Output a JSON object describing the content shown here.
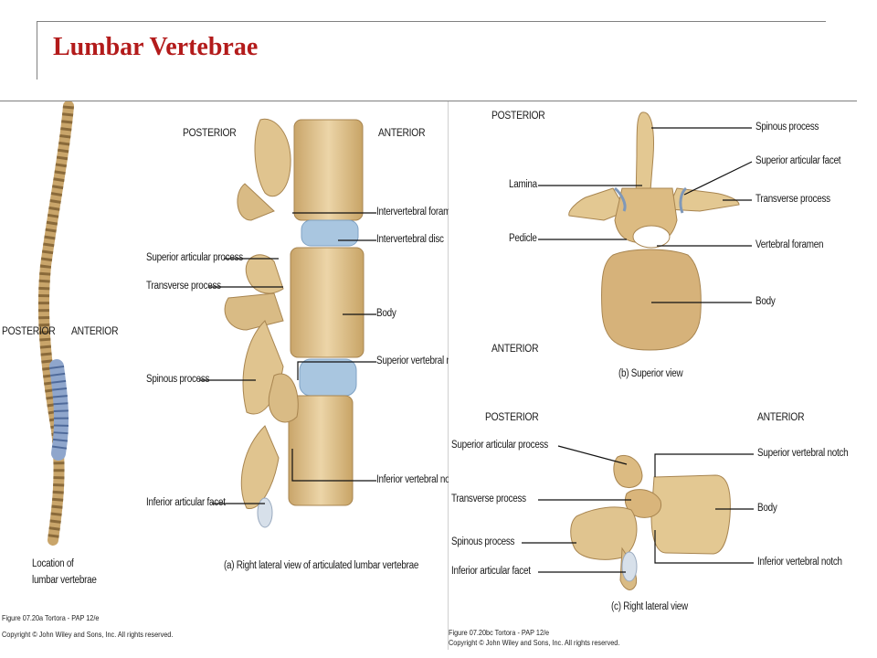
{
  "slide": {
    "title": "Lumbar Vertebrae"
  },
  "panel_a": {
    "posterior": "POSTERIOR",
    "anterior": "ANTERIOR",
    "spine_posterior": "POSTERIOR",
    "spine_anterior": "ANTERIOR",
    "labels": {
      "intervertebral_foramen": "Intervertebral foramen",
      "intervertebral_disc": "Intervertebral disc",
      "superior_articular_process": "Superior articular process",
      "transverse_process": "Transverse process",
      "body": "Body",
      "spinous_process": "Spinous process",
      "superior_vertebral_notch": "Superior vertebral notch",
      "inferior_vertebral_notch": "Inferior vertebral notch",
      "inferior_articular_facet": "Inferior articular facet"
    },
    "location_line1": "Location of",
    "location_line2": "lumbar vertebrae",
    "caption": "(a) Right lateral view of articulated lumbar vertebrae",
    "figure_ref": "Figure 07.20a  Tortora - PAP 12/e",
    "copyright": "Copyright © John Wiley and Sons, Inc. All rights reserved."
  },
  "panel_b": {
    "posterior": "POSTERIOR",
    "anterior": "ANTERIOR",
    "labels": {
      "spinous_process": "Spinous process",
      "superior_articular_facet": "Superior articular facet",
      "lamina": "Lamina",
      "transverse_process": "Transverse process",
      "pedicle": "Pedicle",
      "vertebral_foramen": "Vertebral foramen",
      "body": "Body"
    },
    "caption": "(b) Superior view"
  },
  "panel_c": {
    "posterior": "POSTERIOR",
    "anterior": "ANTERIOR",
    "labels": {
      "superior_articular_process": "Superior articular process",
      "superior_vertebral_notch": "Superior vertebral notch",
      "transverse_process": "Transverse process",
      "body": "Body",
      "spinous_process": "Spinous process",
      "inferior_articular_facet": "Inferior articular facet",
      "inferior_vertebral_notch": "Inferior vertebral notch"
    },
    "caption": "(c) Right lateral view",
    "figure_ref": "Figure 07.20bc  Tortora - PAP 12/e",
    "copyright": "Copyright © John Wiley and Sons, Inc. All rights reserved."
  },
  "colors": {
    "title": "#b31b1b",
    "bone": "#e8cfa0",
    "bone_dark": "#b8935a",
    "disc": "#a9c6e0",
    "rule": "#808080"
  }
}
